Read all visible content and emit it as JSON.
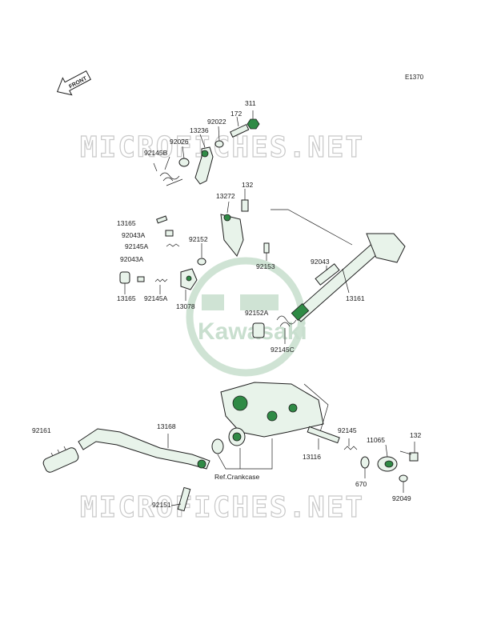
{
  "diagram_code": "E1370",
  "front_label": "FRONT",
  "watermark_text": "MICROFICHES.NET",
  "logo_text": "Kawasaki",
  "ref_label": "Ref.Crankcase",
  "parts": {
    "p311": "311",
    "p172": "172",
    "p92022": "92022",
    "p13236": "13236",
    "p92026": "92026",
    "p92145B": "92145B",
    "p13272": "13272",
    "p132a": "132",
    "p13165a": "13165",
    "p92043Aa": "92043A",
    "p92145Aa": "92145A",
    "p92152": "92152",
    "p92153": "92153",
    "p92043": "92043",
    "p92043Ab": "92043A",
    "p13165b": "13165",
    "p92145Ab": "92145A",
    "p13078": "13078",
    "p13161": "13161",
    "p92152A": "92152A",
    "p92145C": "92145C",
    "p92161": "92161",
    "p13168": "13168",
    "p13116": "13116",
    "p92145": "92145",
    "p11065": "11065",
    "p132b": "132",
    "p670": "670",
    "p92049": "92049",
    "p92151": "92151"
  }
}
